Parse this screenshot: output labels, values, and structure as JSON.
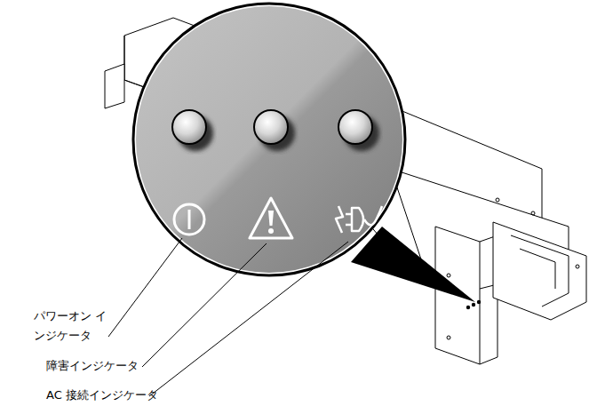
{
  "diagram": {
    "labels": [
      "パワーオン インジケータ",
      "障害インジケータ",
      "AC 接続インジケータ"
    ]
  }
}
